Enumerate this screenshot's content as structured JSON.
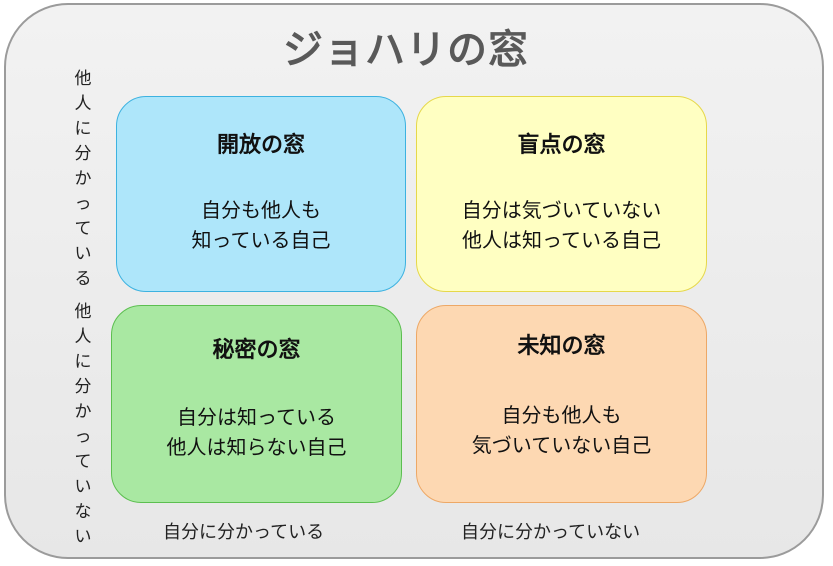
{
  "title": "ジョハリの窓",
  "side_labels": {
    "top": "他人に分かっている",
    "bottom": "他人に分かっていない"
  },
  "bottom_labels": {
    "left": "自分に分かっている",
    "right": "自分に分かっていない"
  },
  "quadrants": {
    "open": {
      "title": "開放の窓",
      "lines": [
        "自分も他人も",
        "知っている自己"
      ],
      "fill": "#aee6fa",
      "border": "#3db2e0"
    },
    "blind": {
      "title": "盲点の窓",
      "lines": [
        "自分は気づいていない",
        "他人は知っている自己"
      ],
      "fill": "#ffffc2",
      "border": "#e6d84a"
    },
    "hidden": {
      "title": "秘密の窓",
      "lines": [
        "自分は知っている",
        "他人は知らない自己"
      ],
      "fill": "#a9e8a2",
      "border": "#5cbf50"
    },
    "unknown": {
      "title": "未知の窓",
      "lines": [
        "自分も他人も",
        "気づいていない自己"
      ],
      "fill": "#fdd8b2",
      "border": "#eda866"
    }
  }
}
